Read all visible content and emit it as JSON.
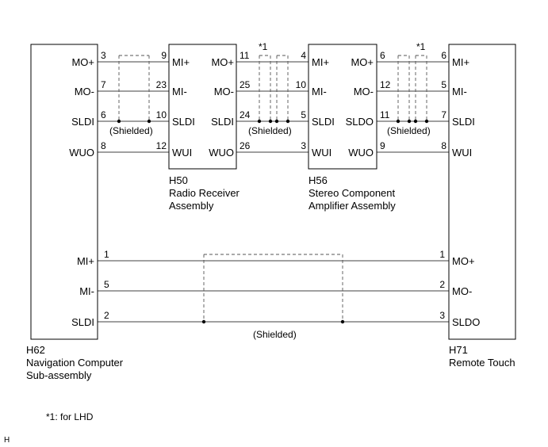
{
  "components": {
    "h62": {
      "code": "H62",
      "name_line1": "Navigation Computer",
      "name_line2": "Sub-assembly",
      "top_terminals": [
        "MO+",
        "MO-",
        "SLDI",
        "WUO"
      ],
      "bottom_terminals": [
        "MI+",
        "MI-",
        "SLDI"
      ]
    },
    "h50": {
      "code": "H50",
      "name_line1": "Radio Receiver",
      "name_line2": "Assembly",
      "left_terminals": [
        "MI+",
        "MI-",
        "SLDI",
        "WUI"
      ],
      "right_terminals": [
        "MO+",
        "MO-",
        "SLDI",
        "WUO"
      ]
    },
    "h56": {
      "code": "H56",
      "name_line1": "Stereo Component",
      "name_line2": "Amplifier Assembly",
      "left_terminals": [
        "MI+",
        "MI-",
        "SLDI",
        "WUI"
      ],
      "right_terminals": [
        "MO+",
        "MO-",
        "SLDO",
        "WUO"
      ]
    },
    "h71": {
      "code": "H71",
      "name_line1": "Remote Touch",
      "top_terminals": [
        "MI+",
        "MI-",
        "SLDI",
        "WUI"
      ],
      "bottom_terminals": [
        "MO+",
        "MO-",
        "SLDO"
      ]
    }
  },
  "pins": {
    "seg1_left": [
      "3",
      "7",
      "6",
      "8"
    ],
    "seg1_right": [
      "9",
      "23",
      "10",
      "12"
    ],
    "seg2_left": [
      "11",
      "25",
      "24",
      "26"
    ],
    "seg2_right": [
      "4",
      "10",
      "5",
      "3"
    ],
    "seg3_left": [
      "6",
      "12",
      "11",
      "9"
    ],
    "seg3_right": [
      "6",
      "5",
      "7",
      "8"
    ],
    "bottom_left": [
      "1",
      "5",
      "2"
    ],
    "bottom_right": [
      "1",
      "2",
      "3"
    ]
  },
  "shield_label": "(Shielded)",
  "lhd_marker": "*1",
  "note": "*1: for LHD",
  "corner_mark": "H"
}
